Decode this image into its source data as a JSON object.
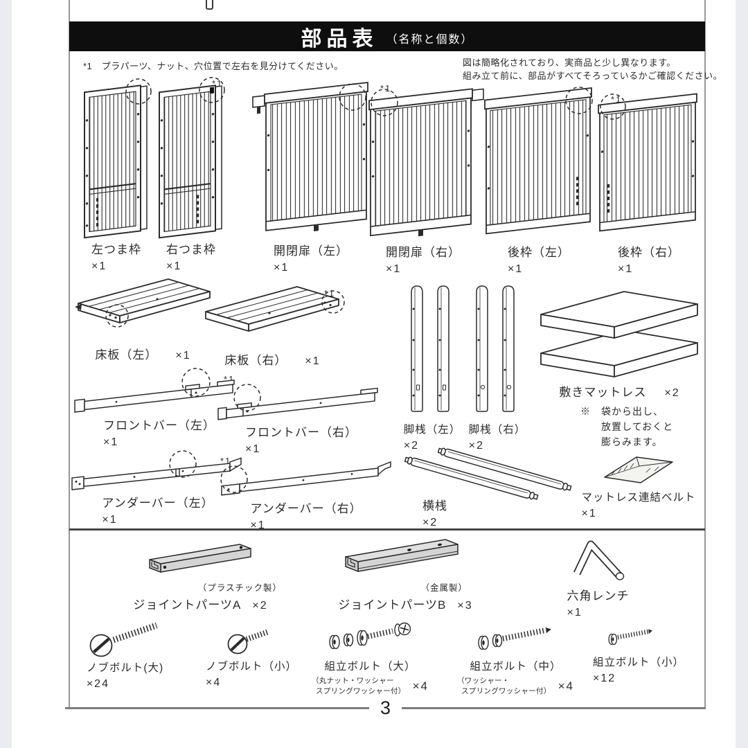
{
  "page": {
    "header": {
      "title": "部品表",
      "subtitle": "（名称と個数）"
    },
    "note_left": "*1　プラパーツ、ナット、穴位置で左右を見分けてください。",
    "note_right_line1": "図は簡略化されており、実商品と少し異なります。",
    "note_right_line2": "組み立て前に、部品がすべてそろっているかご確認ください。",
    "ref_marker": "*1",
    "page_number": "3"
  },
  "colors": {
    "header_bg": "#0e0e0e",
    "header_text": "#ffffff",
    "line_art": "#2b2b2b",
    "joint_gray": "#d9d9d9"
  },
  "parts": {
    "tsuma_left": {
      "name": "左つま枠",
      "qty": "×1"
    },
    "tsuma_right": {
      "name": "右つま枠",
      "qty": "×1"
    },
    "door_left": {
      "name": "開閉扉（左）",
      "qty": "×1"
    },
    "door_right": {
      "name": "開閉扉（右）",
      "qty": "×1"
    },
    "back_left": {
      "name": "後枠（左）",
      "qty": "×1"
    },
    "back_right": {
      "name": "後枠（右）",
      "qty": "×1"
    },
    "floor_left": {
      "name": "床板（左）",
      "qty": "×1"
    },
    "floor_right": {
      "name": "床板（右）",
      "qty": "×1"
    },
    "leg_left": {
      "name": "脚桟（左）",
      "qty": "×2"
    },
    "leg_right": {
      "name": "脚桟（右）",
      "qty": "×2"
    },
    "mattress": {
      "name": "敷きマットレス",
      "qty": "×2",
      "note_line1": "※　袋から出し、",
      "note_line2": "放置しておくと",
      "note_line3": "膨らみます。"
    },
    "frontbar_left": {
      "name": "フロントバー（左）",
      "qty": "×1"
    },
    "frontbar_right": {
      "name": "フロントバー（右）",
      "qty": "×1"
    },
    "underbar_left": {
      "name": "アンダーバー（左）",
      "qty": "×1"
    },
    "underbar_right": {
      "name": "アンダーバー（右）",
      "qty": "×1"
    },
    "crossbar": {
      "name": "横桟",
      "qty": "×2"
    },
    "belt": {
      "name": "マットレス連結ベルト",
      "qty": "×1"
    },
    "joint_a": {
      "name": "ジョイントパーツA",
      "qty": "×2",
      "material": "（プラスチック製）"
    },
    "joint_b": {
      "name": "ジョイントパーツB",
      "qty": "×3",
      "material": "（金属製）"
    },
    "hex_wrench": {
      "name": "六角レンチ",
      "qty": "×1"
    },
    "knob_bolt_l": {
      "name": "ノブボルト(大)",
      "qty": "×24"
    },
    "knob_bolt_s": {
      "name": "ノブボルト（小）",
      "qty": "×4"
    },
    "asm_bolt_l": {
      "name": "組立ボルト（大）",
      "qty": "×4",
      "note_line1": "（丸ナット・ワッシャー",
      "note_line2": "スプリングワッシャー付）"
    },
    "asm_bolt_m": {
      "name": "組立ボルト（中）",
      "qty": "×4",
      "note_line1": "（ワッシャー・",
      "note_line2": "スプリングワッシャー付）"
    },
    "asm_bolt_s": {
      "name": "組立ボルト（小）",
      "qty": "×12"
    }
  }
}
